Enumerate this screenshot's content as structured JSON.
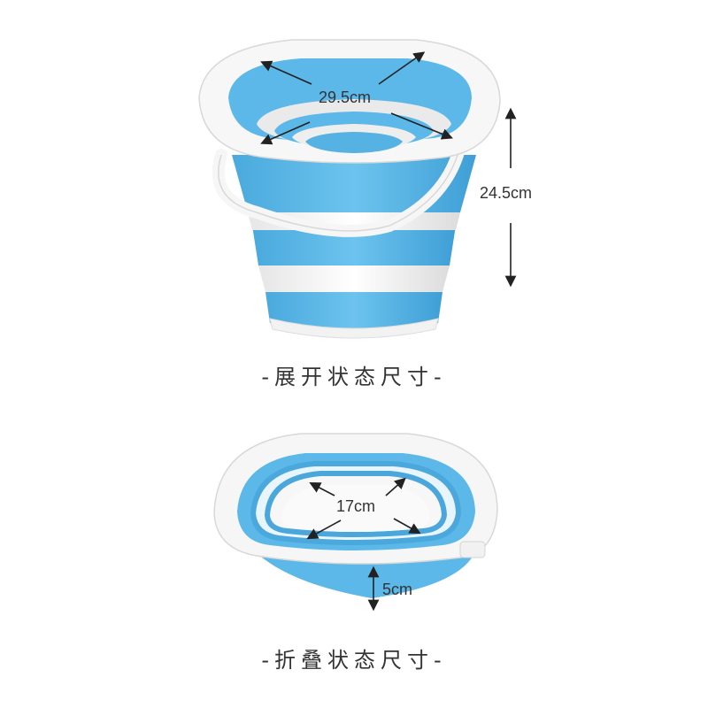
{
  "expanded": {
    "width_label": "29.5cm",
    "height_label": "24.5cm",
    "caption": "-展开状态尺寸-"
  },
  "folded": {
    "width_label": "17cm",
    "height_label": "5cm",
    "caption": "-折叠状态尺寸-"
  },
  "colors": {
    "silicone_blue": "#5bb8e8",
    "rim_white": "#f4f4f4",
    "arrow": "#222222"
  },
  "icons": [
    "expanded-bucket-illustration",
    "folded-bucket-illustration",
    "dimension-arrow-icon"
  ]
}
